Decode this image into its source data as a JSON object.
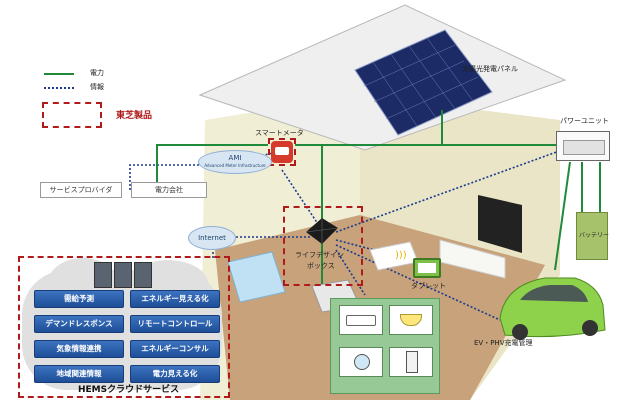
{
  "legend": {
    "power": "電力",
    "info": "情報",
    "toshiba_products": "東芝製品"
  },
  "labels": {
    "solar_panel": "太陽光発電パネル",
    "power_unit": "パワーユニット",
    "smart_meter": "スマートメータ",
    "ami": "AMI",
    "ami_sub": "Advanced Meter Infrastructure",
    "service_provider": "サービスプロバイダ",
    "power_company": "電力会社",
    "internet": "Internet",
    "life_design_box_line1": "ライフデザイン",
    "life_design_box_line2": "ボックス",
    "tablet": "タブレット",
    "battery": "バッテリー",
    "ev_phv": "EV・PHV充電管理"
  },
  "hems_cloud": {
    "title": "HEMSクラウドサービス",
    "services": [
      "需給予測",
      "エネルギー見える化",
      "デマンドレスポンス",
      "リモートコントロール",
      "気象情報連携",
      "エネルギーコンサル",
      "地域関連情報",
      "電力見える化"
    ]
  },
  "colors": {
    "power_line": "#1f8a3a",
    "info_line": "#1a3a8f",
    "toshiba_border": "#b01a1a",
    "service_button": "#2a5caa",
    "house_wall": "#f1eed6",
    "roof": "#e9e9e9"
  }
}
